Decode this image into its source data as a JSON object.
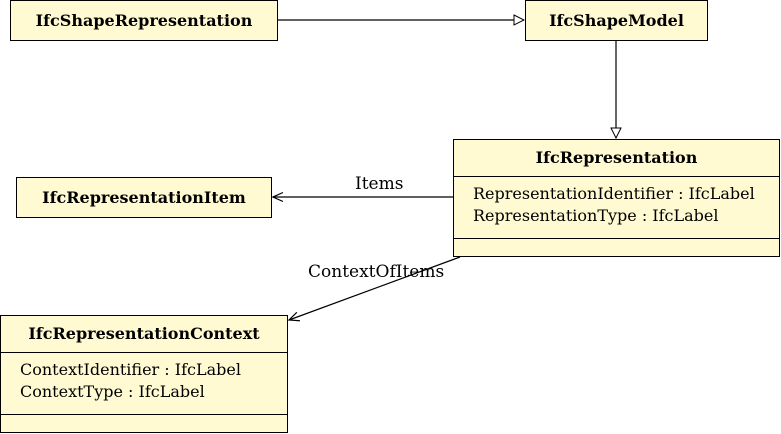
{
  "classes": {
    "shape_representation": {
      "name": "IfcShapeRepresentation"
    },
    "shape_model": {
      "name": "IfcShapeModel"
    },
    "representation": {
      "name": "IfcRepresentation",
      "attributes": [
        "RepresentationIdentifier : IfcLabel",
        "RepresentationType : IfcLabel"
      ]
    },
    "representation_item": {
      "name": "IfcRepresentationItem"
    },
    "representation_context": {
      "name": "IfcRepresentationContext",
      "attributes": [
        "ContextIdentifier : IfcLabel",
        "ContextType : IfcLabel"
      ]
    }
  },
  "associations": {
    "items": "Items",
    "context_of_items": "ContextOfItems"
  }
}
